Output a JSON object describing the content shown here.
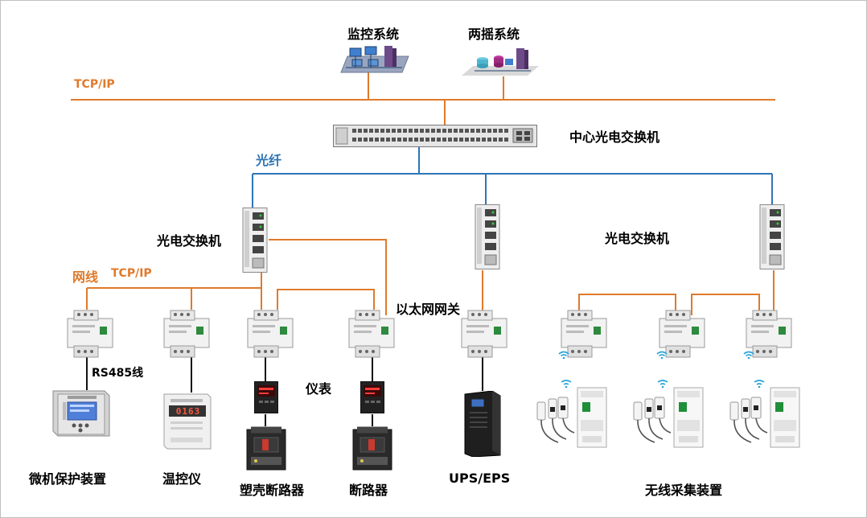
{
  "labels": {
    "monitoring_system": "监控系统",
    "dual_remote_system": "两摇系统",
    "tcp_ip_top": "TCP/IP",
    "core_switch": "中心光电交换机",
    "fiber": "光纤",
    "optical_switch_left": "光电交换机",
    "optical_switch_right": "光电交换机",
    "network_cable": "网线",
    "tcp_ip_lower": "TCP/IP",
    "ethernet_gateway": "以太网网关",
    "rs485_line": "RS485线",
    "meter": "仪表",
    "microcomputer_protection": "微机保护装置",
    "temperature_controller": "温控仪",
    "molded_case_breaker": "塑壳断路器",
    "circuit_breaker": "断路器",
    "ups_eps": "UPS/EPS",
    "wireless_collector": "无线采集装置"
  },
  "display": {
    "temp_readout": "0163"
  },
  "colors": {
    "copper_line": "#e07a2b",
    "fiber_line": "#2e75b6"
  }
}
